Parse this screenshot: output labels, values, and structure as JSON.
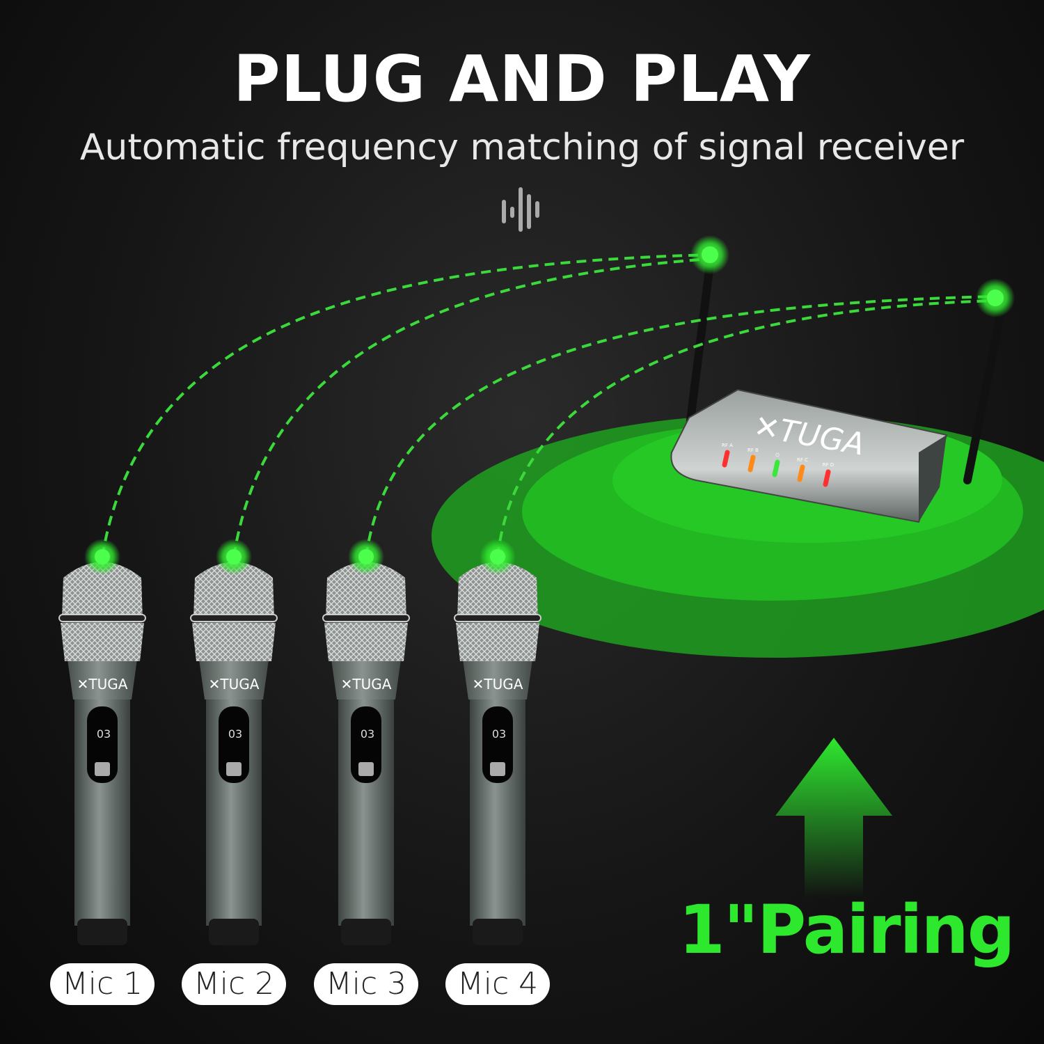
{
  "header": {
    "title": "PLUG AND PLAY",
    "subtitle": "Automatic frequency matching of signal receiver"
  },
  "icons": {
    "wave": "sound-wave-icon"
  },
  "brand": {
    "logo_text": "XTUGA"
  },
  "receiver": {
    "led_labels": [
      "RF A",
      "RF B",
      "⏻",
      "RF C",
      "RF D"
    ],
    "led_colors": [
      "#ff3030",
      "#ff8a1a",
      "#39e83a",
      "#ff8a1a",
      "#ff3030"
    ]
  },
  "mics": [
    {
      "label": "Mic 1",
      "display": "03"
    },
    {
      "label": "Mic 2",
      "display": "03"
    },
    {
      "label": "Mic 3",
      "display": "03"
    },
    {
      "label": "Mic 4",
      "display": "03"
    }
  ],
  "pairing": {
    "text": "1\"Pairing"
  },
  "colors": {
    "accent": "#2ee82e",
    "background": "#161616",
    "signal": "#3bd93b"
  }
}
